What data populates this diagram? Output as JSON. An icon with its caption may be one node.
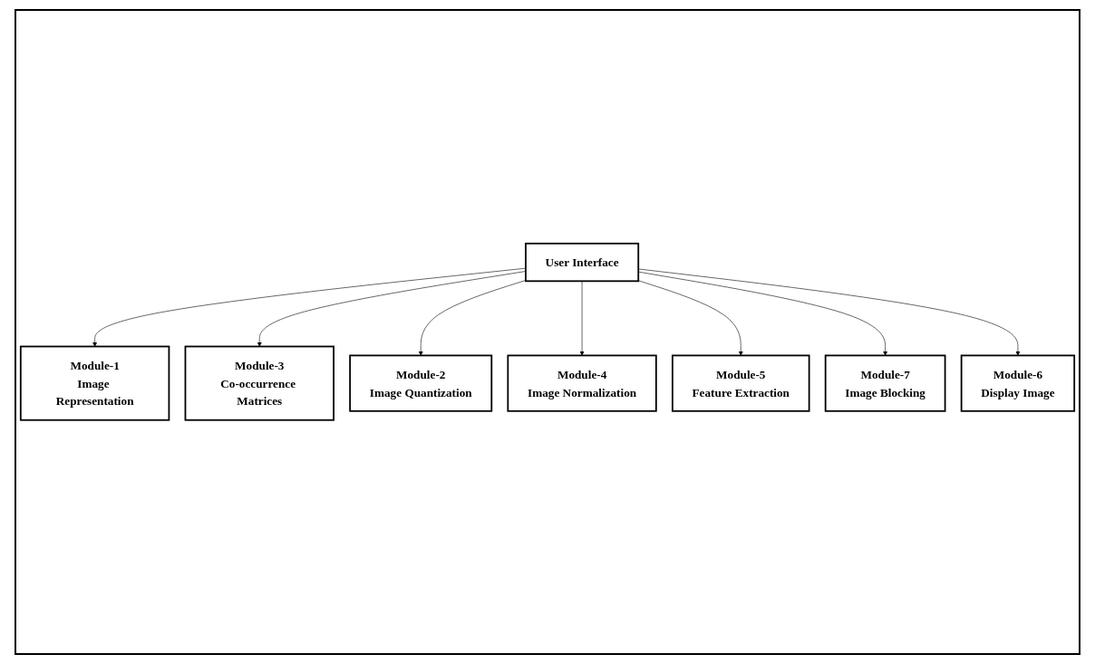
{
  "diagram": {
    "nodes": [
      {
        "text": [
          "User Interface"
        ]
      },
      {
        "text": [
          "Module-1",
          "Image Representation"
        ]
      },
      {
        "text": [
          "Module-3",
          "Co-occurrence Matrices"
        ]
      },
      {
        "text": [
          "Module-2",
          "Image Quantization"
        ]
      },
      {
        "text": [
          "Module-4",
          "Image Normalization"
        ]
      },
      {
        "text": [
          "Module-5",
          "Feature Extraction"
        ]
      },
      {
        "text": [
          "Module-7",
          "Image Blocking"
        ]
      },
      {
        "text": [
          "Module-6",
          "Display Image"
        ]
      }
    ],
    "edges": [
      {
        "from": 0,
        "to": 1,
        "arrow": "to"
      },
      {
        "from": 0,
        "to": 2,
        "arrow": "to"
      },
      {
        "from": 0,
        "to": 3,
        "arrow": "to"
      },
      {
        "from": 0,
        "to": 4,
        "arrow": "to"
      },
      {
        "from": 0,
        "to": 5,
        "arrow": "to"
      },
      {
        "from": 0,
        "to": 6,
        "arrow": "to"
      },
      {
        "from": 0,
        "to": 7,
        "arrow": "to"
      }
    ]
  }
}
